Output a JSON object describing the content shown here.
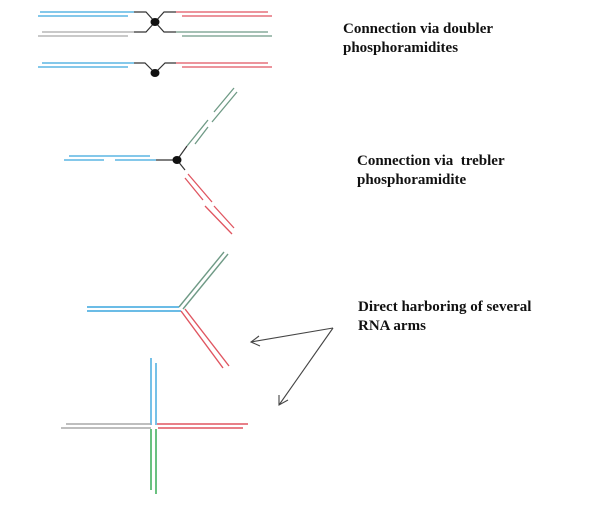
{
  "labels": {
    "doubler": [
      "Connection via doubler",
      "phosphoramidites"
    ],
    "trebler": [
      "Connection via  trebler",
      "phosphoramidite"
    ],
    "direct": [
      "Direct harboring of several",
      "RNA arms"
    ]
  },
  "colors": {
    "blue": "#3aa6dd",
    "red": "#e05560",
    "grey": "#a9a9a9",
    "green_grey": "#6f9a86",
    "green": "#2aa64a",
    "linker": "#333333",
    "node": "#111111",
    "arrow": "#444444"
  },
  "structures": [
    {
      "name": "doubler-four-arm",
      "arms": [
        "blue",
        "grey",
        "red",
        "green_grey"
      ],
      "node": true
    },
    {
      "name": "doubler-two-arm",
      "arms": [
        "blue",
        "red"
      ],
      "node": true
    },
    {
      "name": "trebler-three-arm",
      "arms": [
        "blue",
        "green_grey",
        "red"
      ],
      "node": true
    },
    {
      "name": "direct-three-arm",
      "arms": [
        "blue",
        "green_grey",
        "red"
      ],
      "node": false
    },
    {
      "name": "direct-four-arm",
      "arms": [
        "blue",
        "green",
        "grey",
        "red"
      ],
      "node": false
    }
  ]
}
